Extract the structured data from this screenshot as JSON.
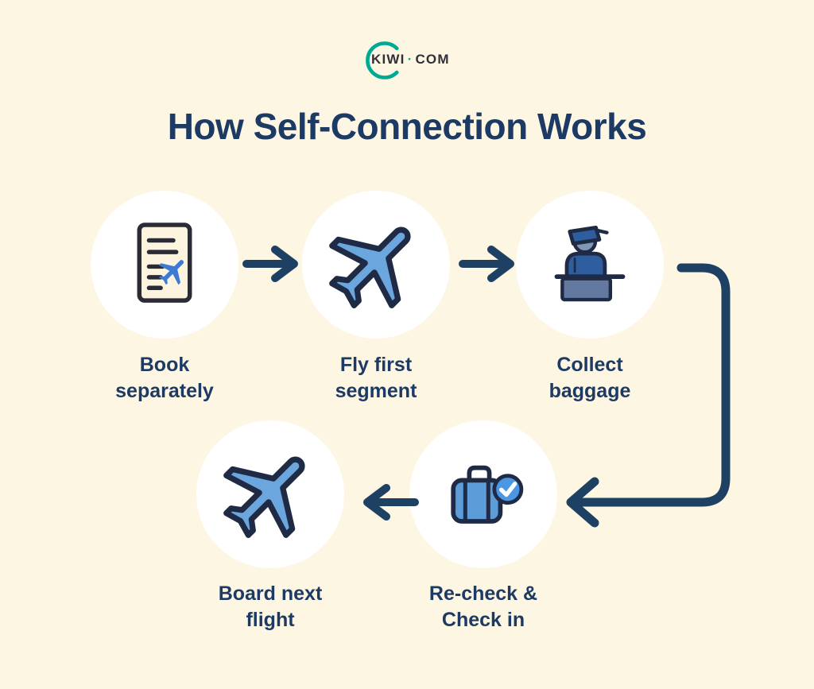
{
  "colors": {
    "background": "#FCF6E2",
    "heading": "#1C3A64",
    "arrow": "#1E4063",
    "logo_teal": "#00A991",
    "logo_text": "#312F38",
    "circle_bg": "#FFFFFF",
    "plane_fill": "#6BA6DF",
    "plane_outline": "#1F2B45",
    "doc_outline": "#2B2B36",
    "paper": "#FCF4DF",
    "doc_plane_blue": "#3D7AD4",
    "person_blue": "#2E5E9E",
    "person_face": "#8296B6",
    "desk_blue": "#64799F",
    "suitcase_blue": "#5C9CD9",
    "badge_blue": "#4C96E6",
    "check_mark": "#FFFFFF"
  },
  "logo": {
    "word1": "KIWI",
    "separator": "·",
    "word2": "COM"
  },
  "title": "How Self-Connection Works",
  "steps": [
    {
      "label": "Book\nseparately",
      "icon": "booking-document-icon"
    },
    {
      "label": "Fly first\nsegment",
      "icon": "airplane-icon"
    },
    {
      "label": "Collect\nbaggage",
      "icon": "baggage-desk-agent-icon"
    },
    {
      "label": "Re-check &\nCheck in",
      "icon": "suitcase-check-icon"
    },
    {
      "label": "Board next\nflight",
      "icon": "airplane-icon"
    }
  ]
}
